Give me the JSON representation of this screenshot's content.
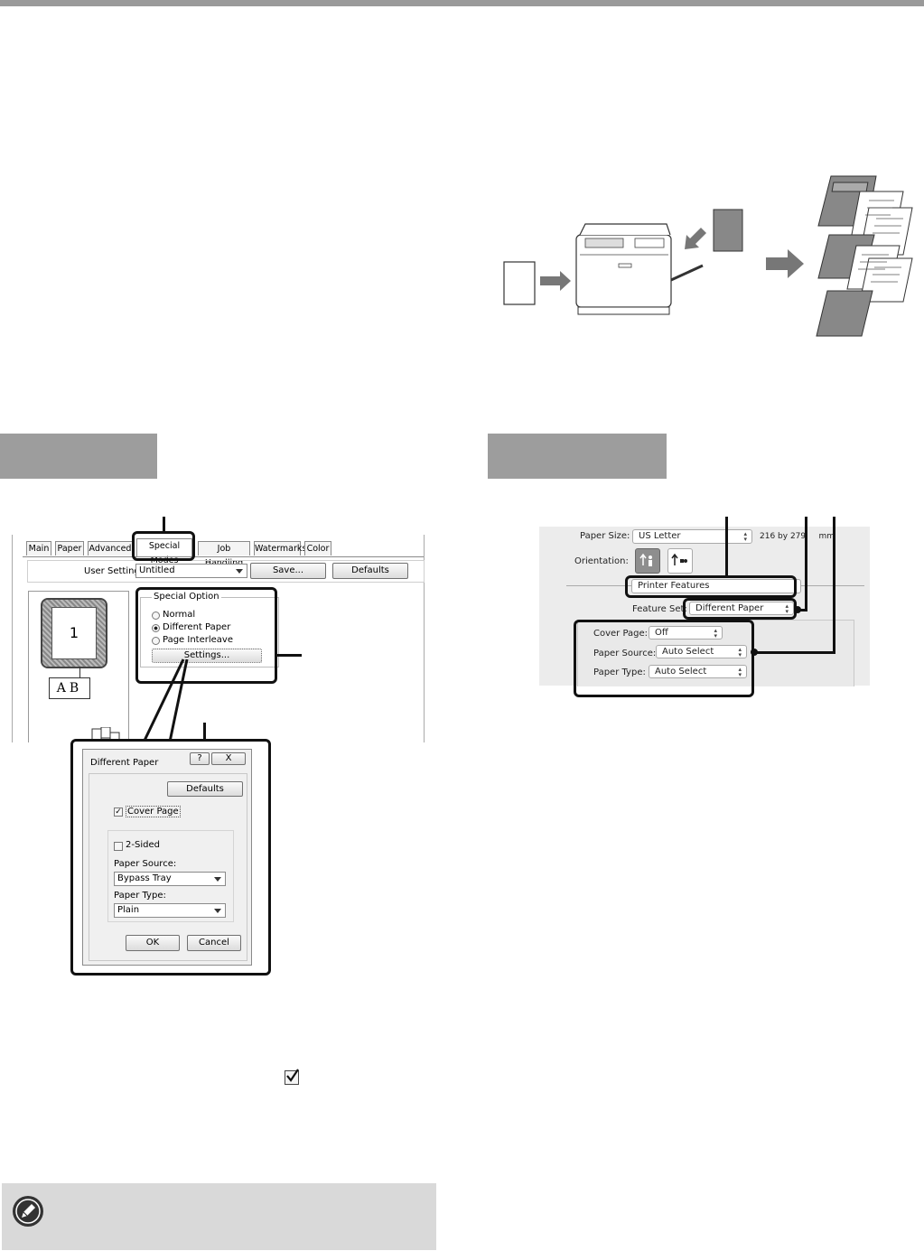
{
  "windows_dialog": {
    "tabs": [
      "Main",
      "Paper",
      "Advanced",
      "Special Modes",
      "Job Handling",
      "Watermarks",
      "Color"
    ],
    "user_settings_label": "User Settings:",
    "user_settings_value": "Untitled",
    "save_button": "Save...",
    "defaults_button": "Defaults",
    "special_option_title": "Special Option",
    "options": [
      "Normal",
      "Different Paper",
      "Page Interleave"
    ],
    "selected_option": "Different Paper",
    "settings_button": "Settings...",
    "preview_page_number": "1",
    "preview_letters": "AB"
  },
  "different_paper_dialog": {
    "title": "Different Paper",
    "help_button": "?",
    "close_button": "X",
    "defaults_button": "Defaults",
    "cover_page_label": "Cover Page",
    "cover_page_checked": true,
    "two_sided_label": "2-Sided",
    "two_sided_checked": false,
    "paper_source_label": "Paper Source:",
    "paper_source_value": "Bypass Tray",
    "paper_type_label": "Paper Type:",
    "paper_type_value": "Plain",
    "ok_button": "OK",
    "cancel_button": "Cancel"
  },
  "mac_dialog": {
    "paper_size_label": "Paper Size:",
    "paper_size_value": "US Letter",
    "paper_size_dims_1": "216 by 279",
    "paper_size_dims_2": "mm",
    "orientation_label": "Orientation:",
    "printer_features": "Printer Features",
    "feature_set_label": "Feature Set:",
    "feature_set_value": "Different Paper",
    "cover_page_label": "Cover Page:",
    "cover_page_value": "Off",
    "paper_source_label": "Paper Source:",
    "paper_source_value": "Auto Select",
    "paper_type_label": "Paper Type:",
    "paper_type_value": "Auto Select"
  },
  "colors": {
    "section_header_grey": "#9d9d9d",
    "note_box_grey": "#d9d9d9",
    "top_bar_grey": "#9a9a9a"
  }
}
